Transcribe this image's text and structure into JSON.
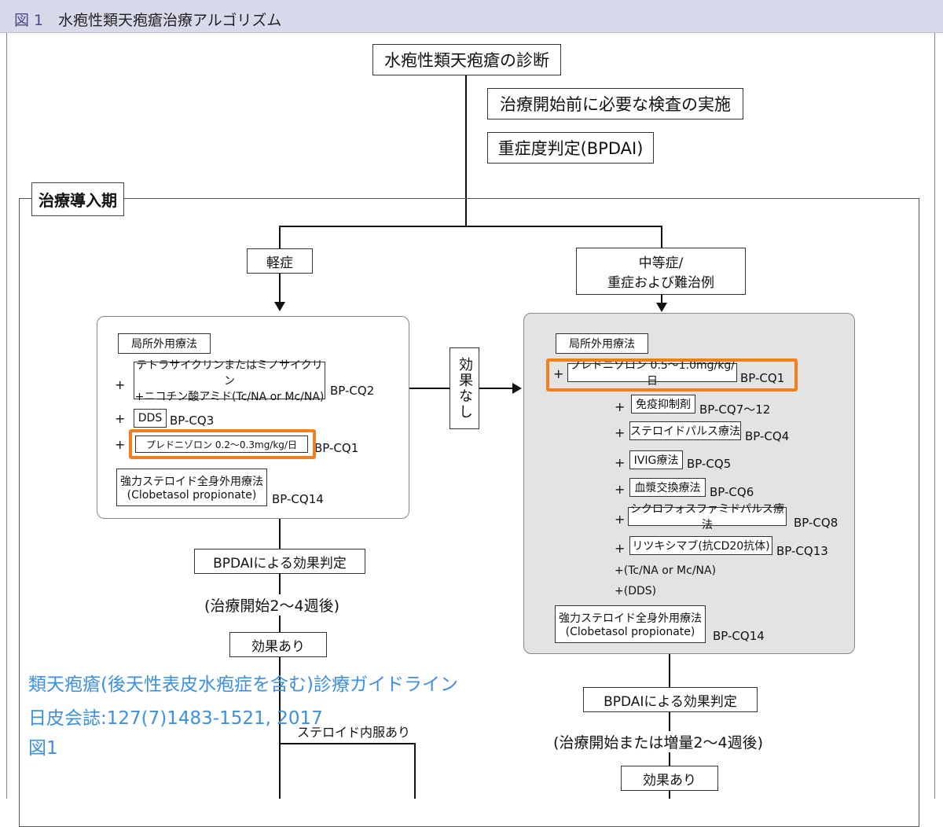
{
  "header": {
    "figure_label": "図 1",
    "title": "水疱性類天疱瘡治療アルゴリズム"
  },
  "top": {
    "diagnosis": "水疱性類天疱瘡の診断",
    "pretests": "治療開始前に必要な検査の実施",
    "severity": "重症度判定(BPDAI)"
  },
  "phase_label": "治療導入期",
  "mild": {
    "label": "軽症",
    "topical": "局所外用療法",
    "plus": "+",
    "tetra_line1": "テトラサイクリンまたはミノサイクリン",
    "tetra_line2": "+ニコチン酸アミド(Tc/NA or Mc/NA)",
    "tetra_cq": "BP-CQ2",
    "dds": "DDS",
    "dds_cq": "BP-CQ3",
    "pred": "プレドニゾロン 0.2〜0.3mg/kg/日",
    "pred_cq": "BP-CQ1",
    "clobe_line1": "強力ステロイド全身外用療法",
    "clobe_line2": "(Clobetasol propionate)",
    "clobe_cq": "BP-CQ14"
  },
  "no_effect": "効果なし",
  "severe": {
    "label_line1": "中等症/",
    "label_line2": "重症および難治例",
    "topical": "局所外用療法",
    "plus": "+",
    "pred": "プレドニゾロン 0.5〜1.0mg/kg/日",
    "pred_cq": "BP-CQ1",
    "immuno": "免疫抑制剤",
    "immuno_cq": "BP-CQ7〜12",
    "pulse": "ステロイドパルス療法",
    "pulse_cq": "BP-CQ4",
    "ivig": "IVIG療法",
    "ivig_cq": "BP-CQ5",
    "plasma": "血漿交換療法",
    "plasma_cq": "BP-CQ6",
    "cyclo": "シクロフォスファミドパルス療法",
    "cyclo_cq": "BP-CQ8",
    "ritux": "リツキシマブ(抗CD20抗体)",
    "ritux_cq": "BP-CQ13",
    "tcna": "+(Tc/NA or Mc/NA)",
    "dds": "+(DDS)",
    "clobe_line1": "強力ステロイド全身外用療法",
    "clobe_line2": "(Clobetasol propionate)",
    "clobe_cq": "BP-CQ14"
  },
  "left_eval": {
    "box": "BPDAIによる効果判定",
    "timing": "(治療開始2〜4週後)",
    "effect": "効果あり",
    "steroid_oral": "ステロイド内服あり"
  },
  "right_eval": {
    "box": "BPDAIによる効果判定",
    "timing": "(治療開始または増量2〜4週後)",
    "effect": "効果あり"
  },
  "overlay": {
    "line1": "類天疱瘡(後天性表皮水疱症を含む)診療ガイドライン",
    "line2": "日皮会誌:127(7)1483-1521, 2017",
    "line3": "図1"
  },
  "colors": {
    "highlight": "#f27f1c",
    "annotation": "#3d8fe0",
    "title_bar": "#d9d9ec"
  }
}
